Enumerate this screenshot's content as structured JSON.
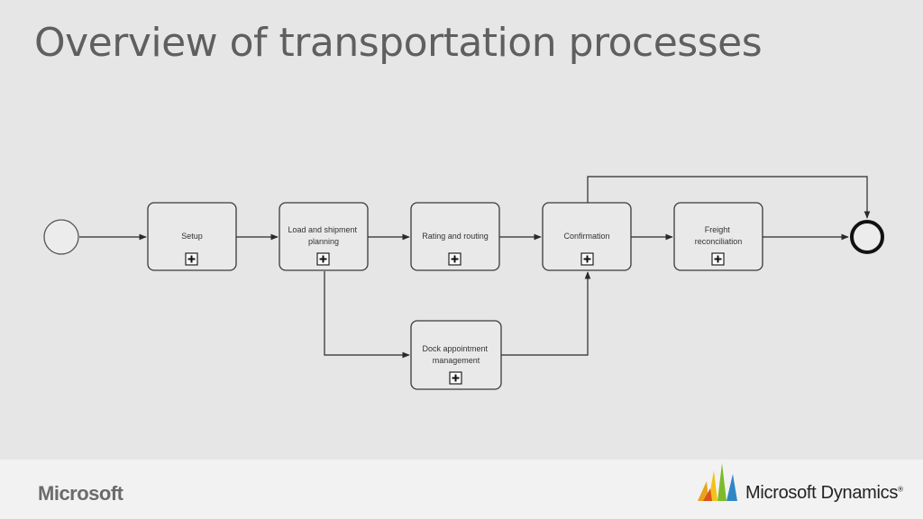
{
  "slide": {
    "title": "Overview of transportation processes"
  },
  "diagram": {
    "tasks": {
      "setup": [
        "Setup"
      ],
      "load": [
        "Load and shipment",
        "planning"
      ],
      "rating": [
        "Rating and routing"
      ],
      "confirm": [
        "Confirmation"
      ],
      "freight": [
        "Freight",
        "reconciliation"
      ],
      "dock": [
        "Dock appointment",
        "management"
      ]
    },
    "colors": {
      "stroke": "#3a3a3a",
      "fill": "#e9e9e9",
      "end": "#111111"
    }
  },
  "footer": {
    "left_logo_text": "Microsoft",
    "right_logo_text": "Microsoft Dynamics",
    "trademark": "®"
  }
}
